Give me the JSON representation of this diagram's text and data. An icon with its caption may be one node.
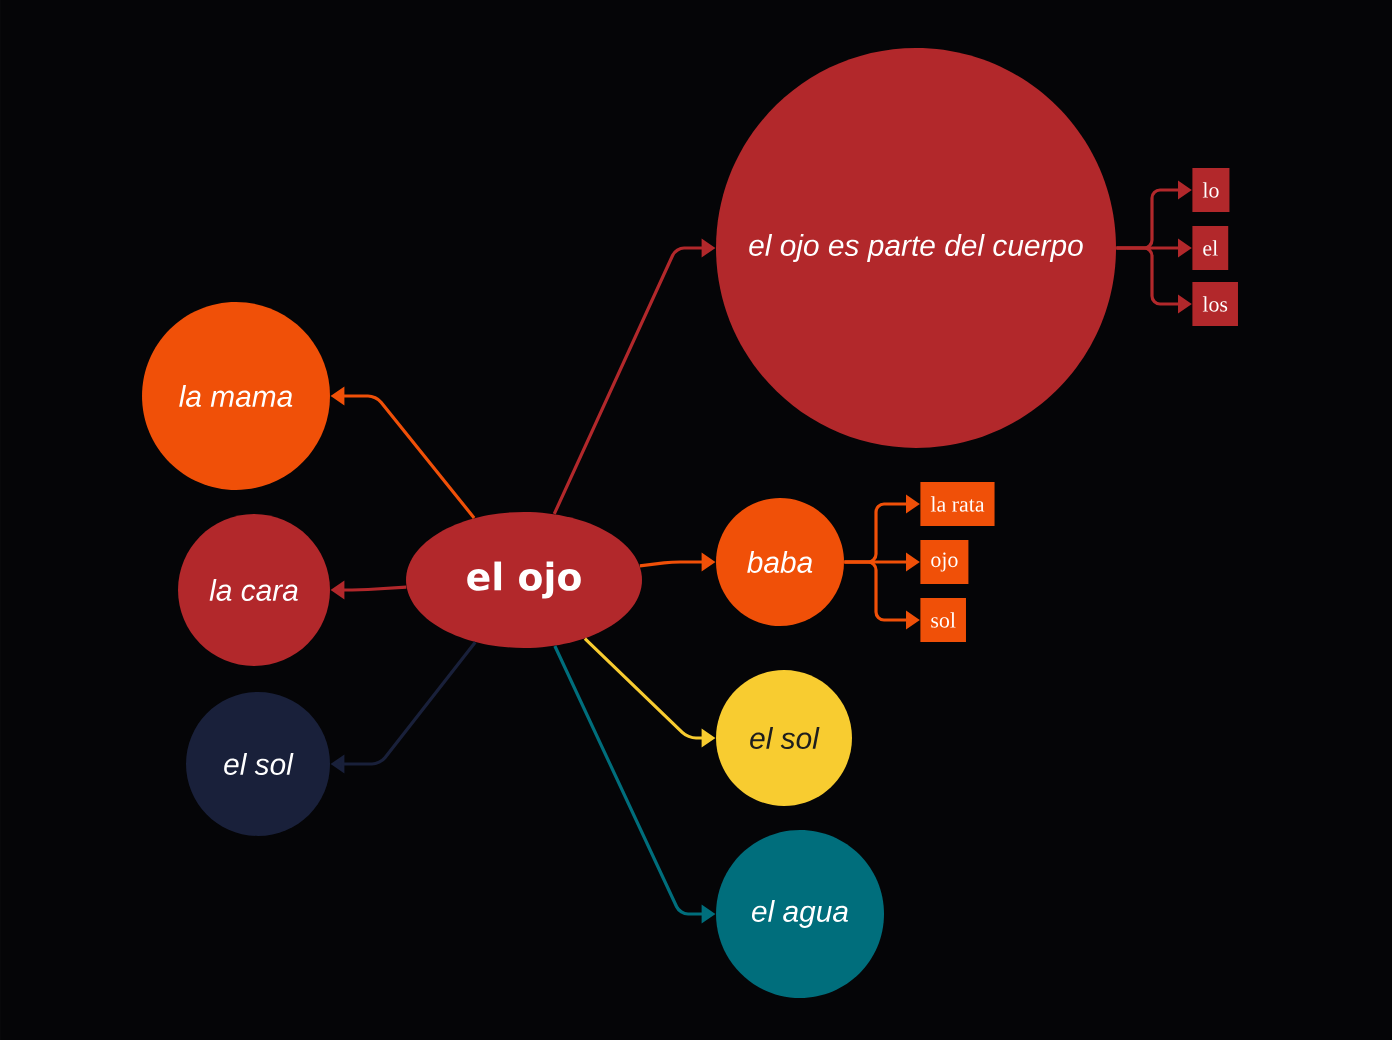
{
  "diagram": {
    "nodes": [
      {
        "text": [
          "el ojo"
        ]
      },
      {
        "text": [
          "el ojo es parte del cuerpo"
        ]
      },
      {
        "text": [
          "lo"
        ]
      },
      {
        "text": [
          "el"
        ]
      },
      {
        "text": [
          "los"
        ]
      },
      {
        "text": [
          "la mama"
        ]
      },
      {
        "text": [
          "la cara"
        ]
      },
      {
        "text": [
          "el sol"
        ]
      },
      {
        "text": [
          "baba"
        ]
      },
      {
        "text": [
          "la rata"
        ]
      },
      {
        "text": [
          "ojo"
        ]
      },
      {
        "text": [
          "sol"
        ]
      },
      {
        "text": [
          "el sol"
        ]
      },
      {
        "text": [
          "el agua"
        ]
      }
    ],
    "edges": [
      {
        "from": 0,
        "to": 1,
        "arrow": "to"
      },
      {
        "from": 1,
        "to": 2,
        "arrow": "to"
      },
      {
        "from": 1,
        "to": 3,
        "arrow": "to"
      },
      {
        "from": 1,
        "to": 4,
        "arrow": "to"
      },
      {
        "from": 0,
        "to": 5,
        "arrow": "to",
        "color": "#f05008"
      },
      {
        "from": 0,
        "to": 6,
        "arrow": "to"
      },
      {
        "from": 0,
        "to": 7,
        "arrow": "to",
        "color": "#19203a"
      },
      {
        "from": 0,
        "to": 8,
        "arrow": "to",
        "color": "#f05008"
      },
      {
        "from": 8,
        "to": 9,
        "arrow": "to",
        "color": "#f05008"
      },
      {
        "from": 8,
        "to": 10,
        "arrow": "to",
        "color": "#f05008"
      },
      {
        "from": 8,
        "to": 11,
        "arrow": "to",
        "color": "#f05008"
      },
      {
        "from": 0,
        "to": 12,
        "arrow": "to",
        "color": "#f8cc30"
      },
      {
        "from": 0,
        "to": 13,
        "arrow": "to",
        "color": "#006e7c"
      }
    ]
  }
}
